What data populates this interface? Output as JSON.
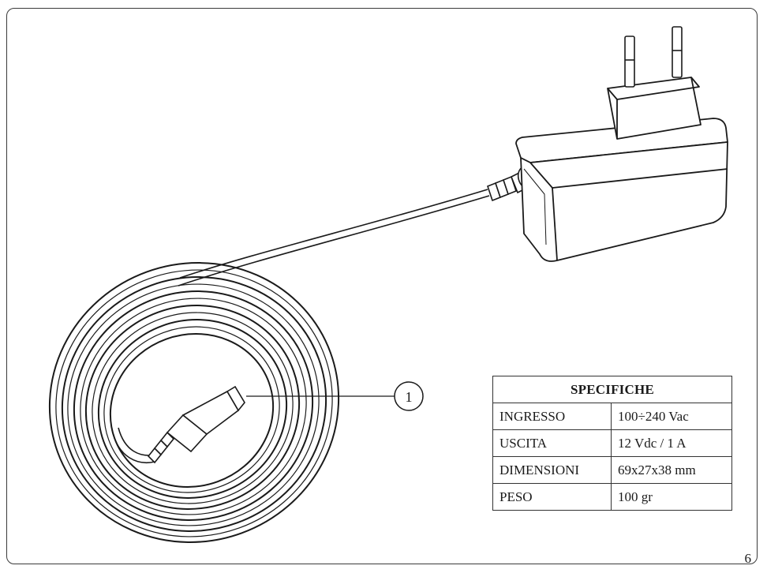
{
  "callout": {
    "number": "1"
  },
  "specs": {
    "title": "SPECIFICHE",
    "rows": [
      {
        "label": "INGRESSO",
        "value": "100÷240 Vac"
      },
      {
        "label": "USCITA",
        "value": "12 Vdc / 1 A"
      },
      {
        "label": "DIMENSIONI",
        "value": "69x27x38 mm"
      },
      {
        "label": "PESO",
        "value": "100 gr"
      }
    ]
  },
  "page": {
    "number": "6"
  }
}
